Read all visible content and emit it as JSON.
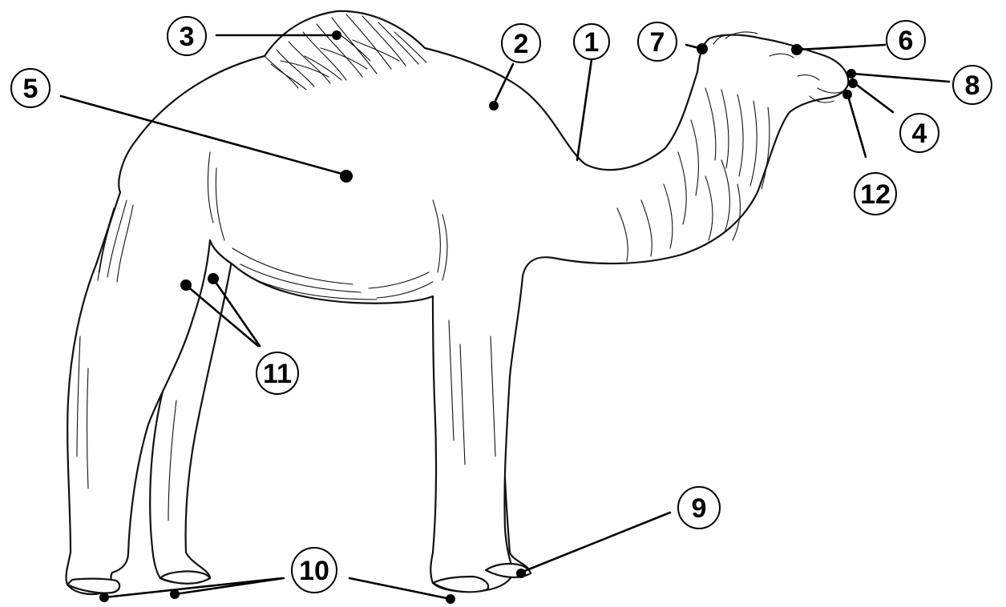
{
  "callouts": [
    {
      "id": "c1",
      "number": "1"
    },
    {
      "id": "c2",
      "number": "2"
    },
    {
      "id": "c3",
      "number": "3"
    },
    {
      "id": "c4",
      "number": "4"
    },
    {
      "id": "c5",
      "number": "5"
    },
    {
      "id": "c6",
      "number": "6"
    },
    {
      "id": "c7",
      "number": "7"
    },
    {
      "id": "c8",
      "number": "8"
    },
    {
      "id": "c9",
      "number": "9"
    },
    {
      "id": "c10",
      "number": "10"
    },
    {
      "id": "c11",
      "number": "11"
    },
    {
      "id": "c12",
      "number": "12"
    }
  ],
  "colors": {
    "ink": "#000000",
    "paper": "#ffffff"
  }
}
